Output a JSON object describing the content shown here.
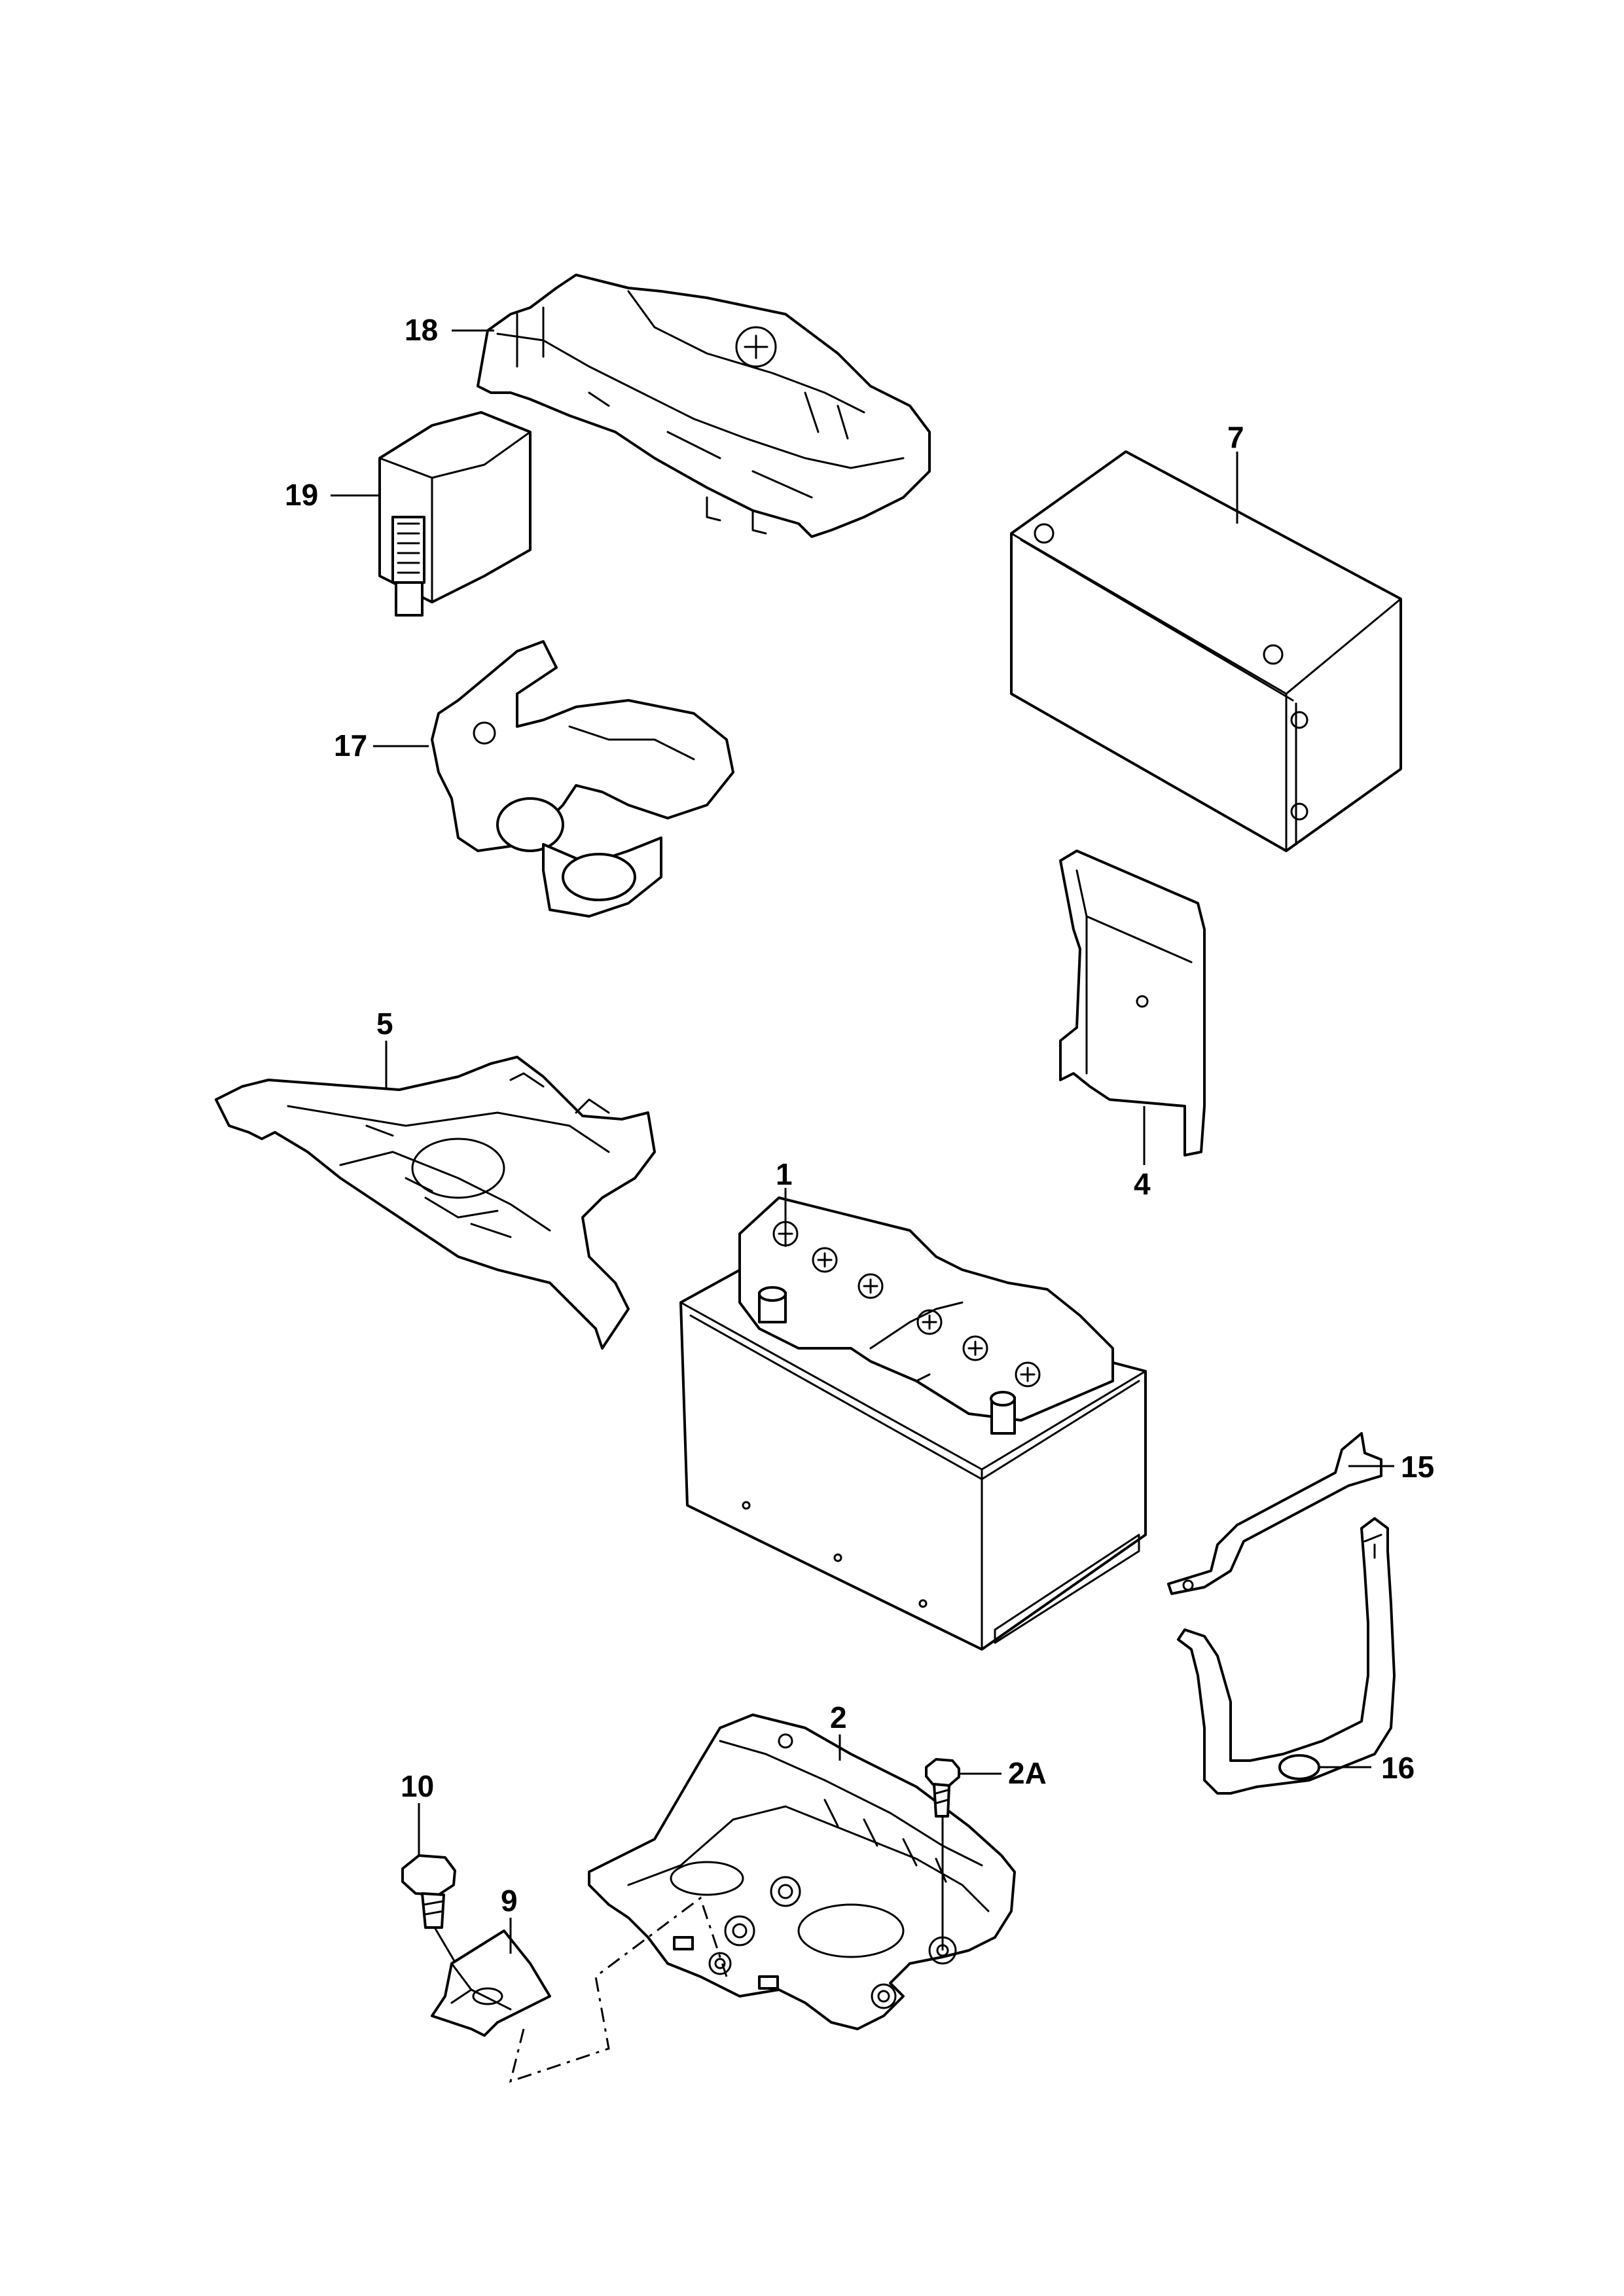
{
  "callouts": {
    "c1": "1",
    "c2": "2",
    "c2a": "2A",
    "c4": "4",
    "c5": "5",
    "c7": "7",
    "c9": "9",
    "c10": "10",
    "c15": "15",
    "c16": "16",
    "c17": "17",
    "c18": "18",
    "c19": "19"
  },
  "icons": {
    "terminal_plus": "plus-circle",
    "bolt": "hex-bolt"
  }
}
